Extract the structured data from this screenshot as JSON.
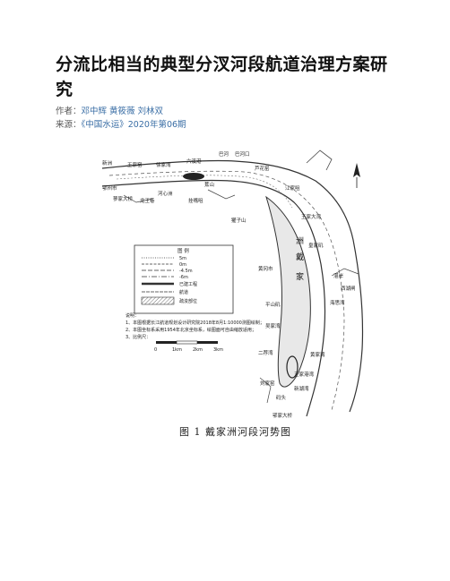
{
  "article": {
    "title": "分流比相当的典型分汊河段航道治理方案研究",
    "authors_label": "作者：",
    "authors": "邓中辉 黄筱薇 刘林双",
    "source_label": "来源：",
    "source": "《中国水运》2020年第06期"
  },
  "figure": {
    "caption": "图 1  戴家洲河段河势图",
    "places": {
      "xinzhou": "新洲",
      "wangjiayao": "王家窑",
      "xujiawan": "徐家湾",
      "liuxiangang": "六溪港",
      "bahe": "巴河",
      "bahekou": "巴河口",
      "luhuayao": "芦花窑",
      "ezhou": "鄂州市",
      "xiajiajian": "蓼家大桥",
      "jiangjia": "江家咀",
      "wangjiada": "王家大湾",
      "huangjiaji": "皇家矶",
      "zhenan": "湛岸",
      "ximeng": "西湖闸",
      "haifeng": "海思湾",
      "xisaishan": "獾子山",
      "jiaoshan": "蕉山",
      "huanggang": "黄冈市",
      "pingshanji": "平山矶",
      "huangjiawan": "吴家湾",
      "daijiazhou1": "戴",
      "daijiazhou2": "家",
      "daijiazhou3": "洲",
      "erxiangwan": "二荐湾",
      "huangjiawan2": "黄家湾",
      "wangjiaxiang": "王家港湾",
      "xinhu": "新湖湾",
      "liujiayao": "刘家窑",
      "huashujie": "码头",
      "huangshi": "鄂家大桥",
      "hexindao": "河心洲",
      "longwangci": "龙王巷",
      "xinyang": "挂嘴咀"
    },
    "legend": {
      "title": "图 例",
      "items": [
        "5m",
        "0m",
        "-4.5m",
        "-6m",
        "已建工程",
        "航道",
        "疏浚部位"
      ]
    },
    "notes": {
      "title": "说明：",
      "line1": "1、本图根据长江航道规划设计研究院2018年8月1:10000测图绘制；",
      "line2": "2、本图坐标系采用1954年北京坐标系，绘图面可自由缩放适用；",
      "line3": "3、比例尺："
    },
    "scale": {
      "labels": [
        "0",
        "1km",
        "2km",
        "3km"
      ]
    }
  }
}
